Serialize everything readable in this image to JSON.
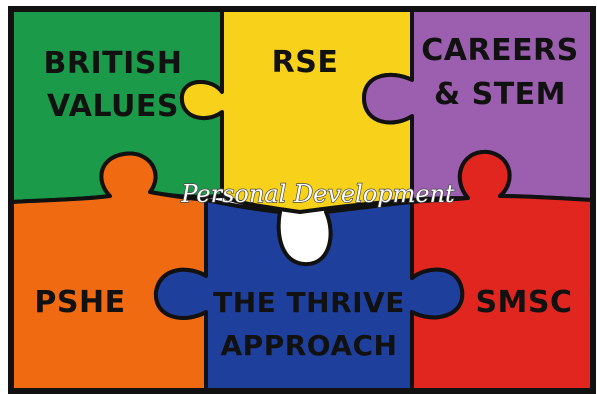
{
  "colors": {
    "green": "#1b9a4a",
    "yellow": "#f7d11a",
    "purple": "#9c5fb0",
    "orange": "#f06a12",
    "blue": "#1f3f9c",
    "red": "#e1261f",
    "outline": "#111111",
    "frame": "#111111"
  },
  "pieces": {
    "british_values": {
      "line1": "BRITISH",
      "line2": "VALUES"
    },
    "rse": {
      "line1": "RSE"
    },
    "careers_stem": {
      "line1": "CAREERS",
      "line2": "& STEM"
    },
    "pshe": {
      "line1": "PSHE"
    },
    "thrive": {
      "line1": "THE THRIVE",
      "line2": "APPROACH"
    },
    "smsc": {
      "line1": "SMSC"
    }
  },
  "banner": {
    "text": "Personal Development"
  }
}
